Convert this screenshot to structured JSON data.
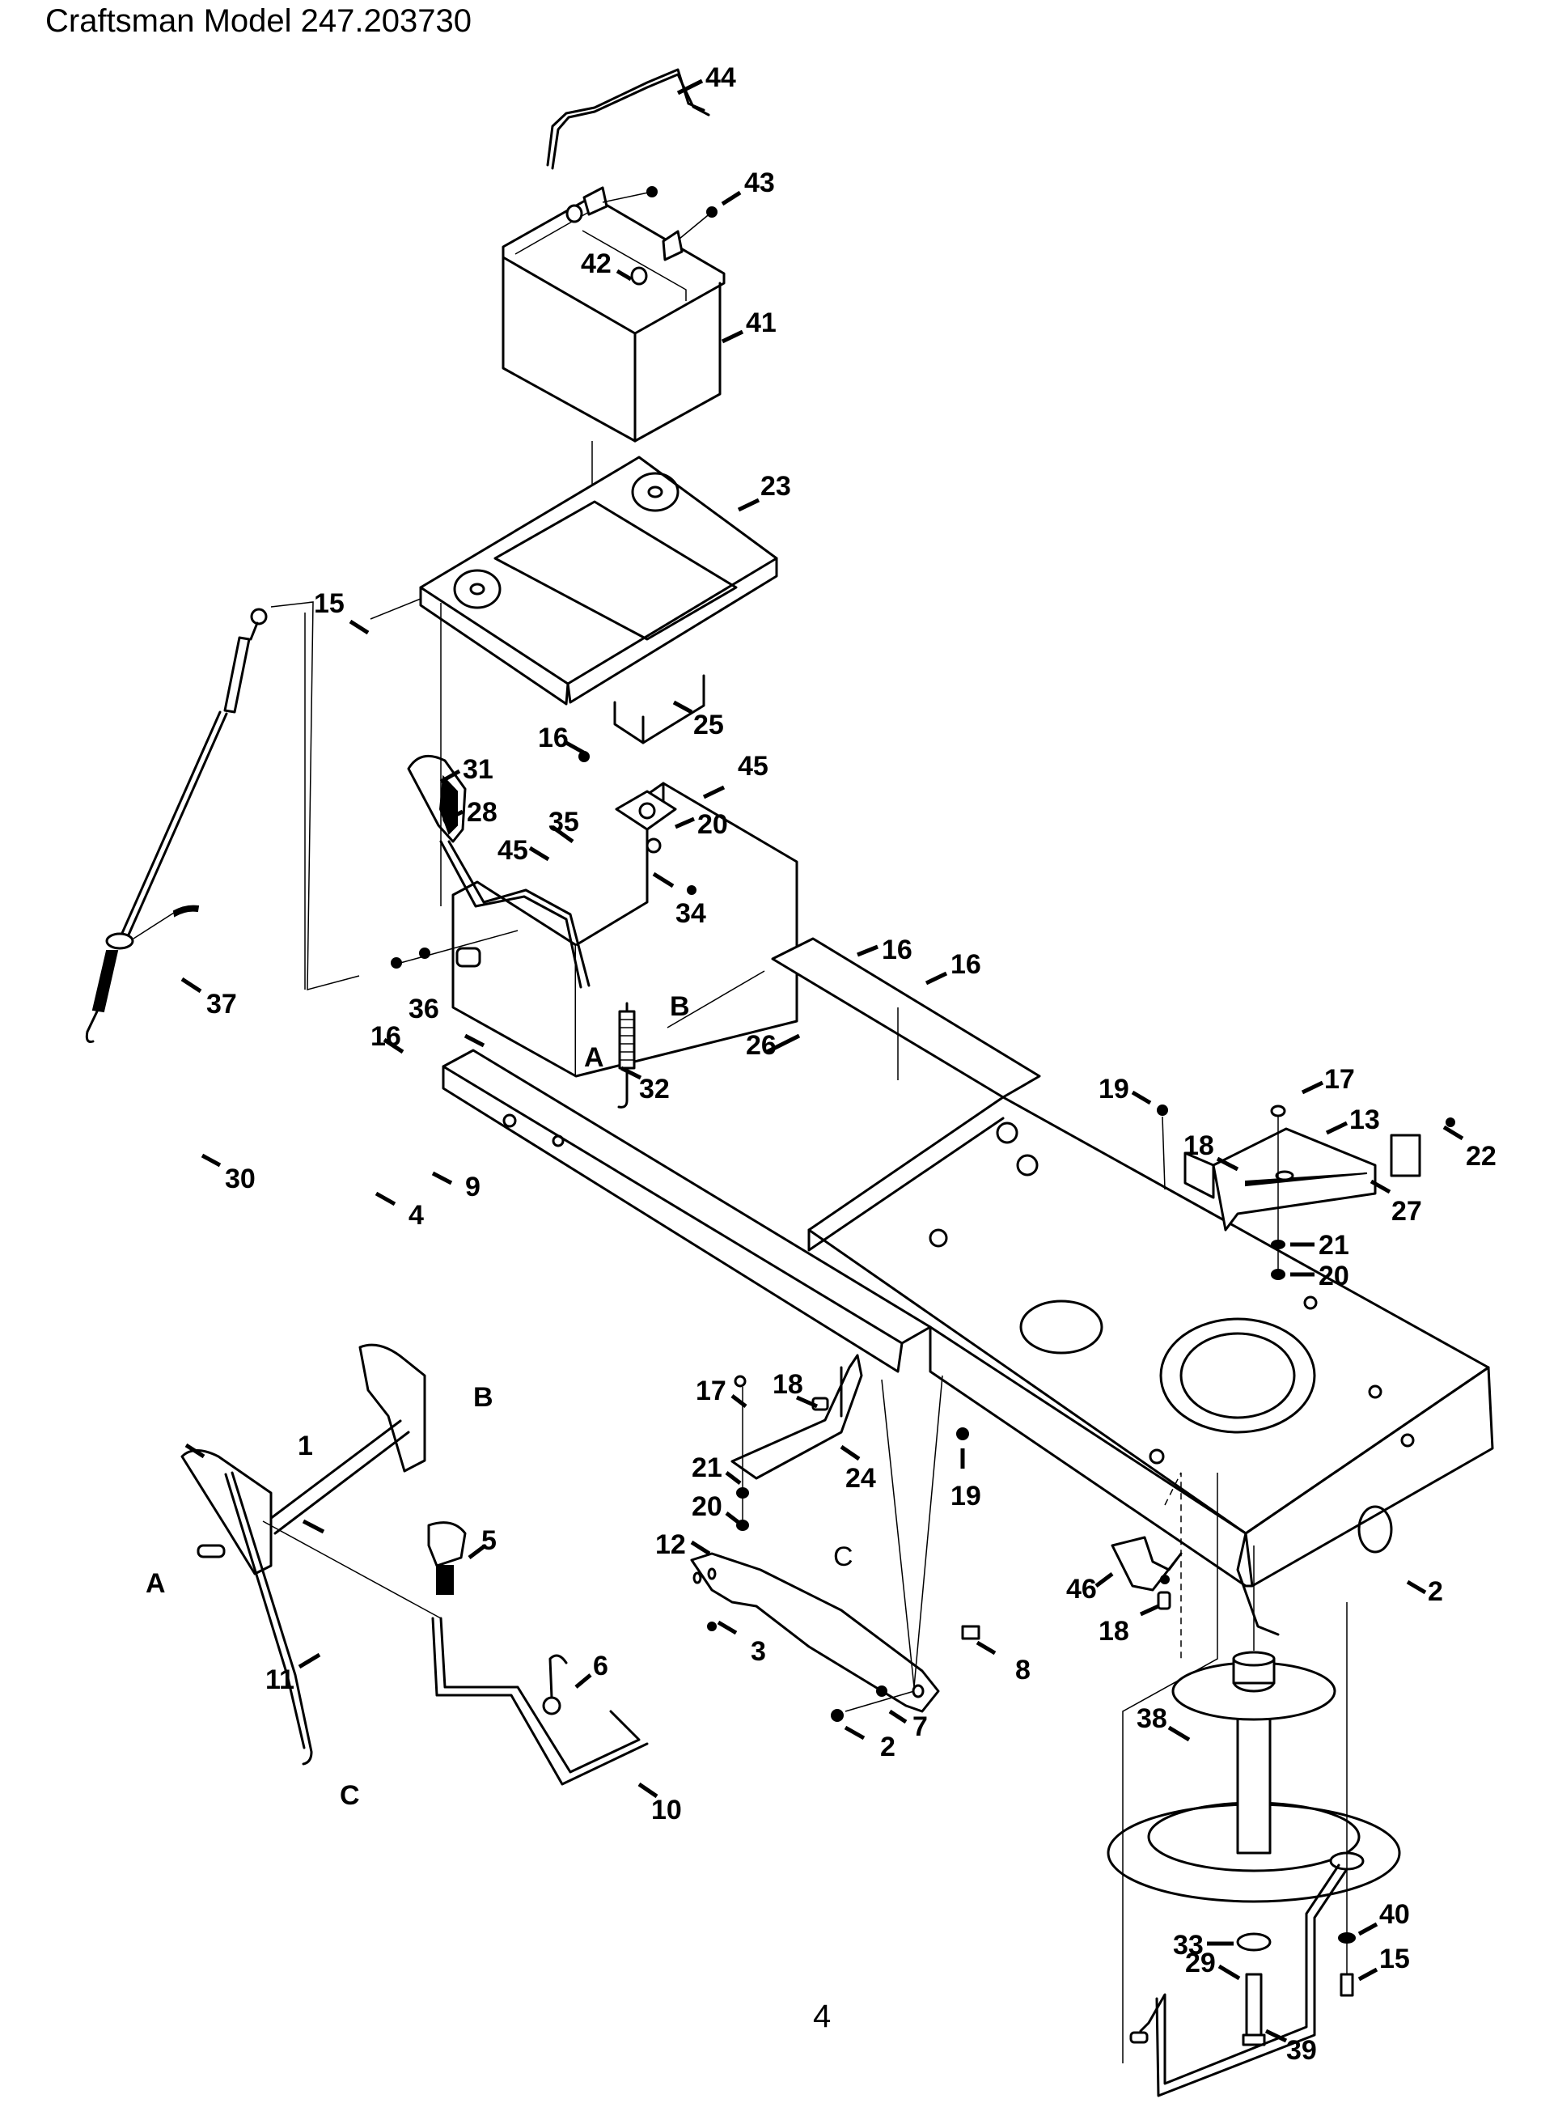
{
  "document": {
    "title": "Craftsman Model 247.203730",
    "page_number": "4"
  },
  "diagram": {
    "type": "exploded-parts-view",
    "subject": "Lawn tractor frame, battery, brake/clutch pedal and deck-lift assembly",
    "callouts": [
      {
        "id": "44",
        "part": "battery-hold-down-rod"
      },
      {
        "id": "43",
        "part": "battery-terminal-nut"
      },
      {
        "id": "42",
        "part": "battery-terminal-bolt"
      },
      {
        "id": "41",
        "part": "battery"
      },
      {
        "id": "23",
        "part": "battery-tray-frame"
      },
      {
        "id": "15",
        "part": "hex-bolt-upper"
      },
      {
        "id": "25",
        "part": "battery-tray-bracket"
      },
      {
        "id": "16",
        "part": "hex-screw-upper"
      },
      {
        "id": "45",
        "part": "switch-bracket-upper"
      },
      {
        "id": "31",
        "part": "lever-grip"
      },
      {
        "id": "28",
        "part": "lift-lever"
      },
      {
        "id": "35",
        "part": "screw-switch"
      },
      {
        "id": "45b",
        "label": "45",
        "part": "switch-bracket-lower"
      },
      {
        "id": "20",
        "part": "nut-upper"
      },
      {
        "id": "34",
        "part": "screw-lower"
      },
      {
        "id": "16b",
        "label": "16",
        "part": "hex-screw-rear-a"
      },
      {
        "id": "16c",
        "label": "16",
        "part": "hex-screw-rear-b"
      },
      {
        "id": "37",
        "part": "brake-cable-spring"
      },
      {
        "id": "36",
        "part": "bushing-assembly"
      },
      {
        "id": "16d",
        "label": "16",
        "part": "hex-screw-left"
      },
      {
        "id": "B",
        "part": "reference-B-upper"
      },
      {
        "id": "A",
        "part": "reference-A-upper"
      },
      {
        "id": "32",
        "part": "extension-spring"
      },
      {
        "id": "26",
        "part": "cross-bracket"
      },
      {
        "id": "19",
        "part": "lock-nut-upper"
      },
      {
        "id": "17",
        "part": "clevis-pin-upper"
      },
      {
        "id": "13",
        "part": "front-axle-bracket"
      },
      {
        "id": "18",
        "part": "shoulder-bolt-upper"
      },
      {
        "id": "22",
        "part": "screw-relay"
      },
      {
        "id": "27",
        "part": "relay-switch"
      },
      {
        "id": "21",
        "part": "washer-upper"
      },
      {
        "id": "20b",
        "label": "20",
        "part": "nut-lower-right"
      },
      {
        "id": "30",
        "part": "cotter-pin"
      },
      {
        "id": "9",
        "part": "flange-bushing"
      },
      {
        "id": "4",
        "part": "e-ring"
      },
      {
        "id": "17b",
        "label": "17",
        "part": "clevis-pin-lower"
      },
      {
        "id": "18b",
        "label": "18",
        "part": "shoulder-bolt-lower"
      },
      {
        "id": "21b",
        "label": "21",
        "part": "washer-lower"
      },
      {
        "id": "24",
        "part": "deck-lift-bracket"
      },
      {
        "id": "20c",
        "label": "20",
        "part": "nut-lower"
      },
      {
        "id": "19b",
        "label": "19",
        "part": "lock-nut-lower"
      },
      {
        "id": "B2",
        "label": "B",
        "part": "reference-B-pedal"
      },
      {
        "id": "1",
        "part": "pedal-shaft-assembly"
      },
      {
        "id": "A2",
        "label": "A",
        "part": "reference-A-pedal"
      },
      {
        "id": "5",
        "part": "pedal-pad"
      },
      {
        "id": "11",
        "part": "brake-rod"
      },
      {
        "id": "6",
        "part": "torsion-spring"
      },
      {
        "id": "C",
        "part": "reference-C-rod"
      },
      {
        "id": "10",
        "part": "parking-brake-rod"
      },
      {
        "id": "12",
        "part": "deck-lift-arm"
      },
      {
        "id": "C2",
        "label": "C",
        "part": "reference-C-arm"
      },
      {
        "id": "3",
        "part": "cotter-pin-arm"
      },
      {
        "id": "8",
        "part": "shoulder-bolt-arm"
      },
      {
        "id": "7",
        "part": "washer-arm"
      },
      {
        "id": "2",
        "part": "hex-nut-arm"
      },
      {
        "id": "2b",
        "label": "2",
        "part": "frame"
      },
      {
        "id": "46",
        "part": "idler-bracket"
      },
      {
        "id": "18c",
        "label": "18",
        "part": "shoulder-bolt-idler"
      },
      {
        "id": "38",
        "part": "double-pulley"
      },
      {
        "id": "40",
        "part": "washer-idler"
      },
      {
        "id": "33",
        "part": "washer-pulley"
      },
      {
        "id": "15b",
        "label": "15",
        "part": "hex-bolt-lower"
      },
      {
        "id": "29",
        "part": "pulley-bolt"
      },
      {
        "id": "39",
        "part": "idler-arm-rod"
      }
    ]
  }
}
